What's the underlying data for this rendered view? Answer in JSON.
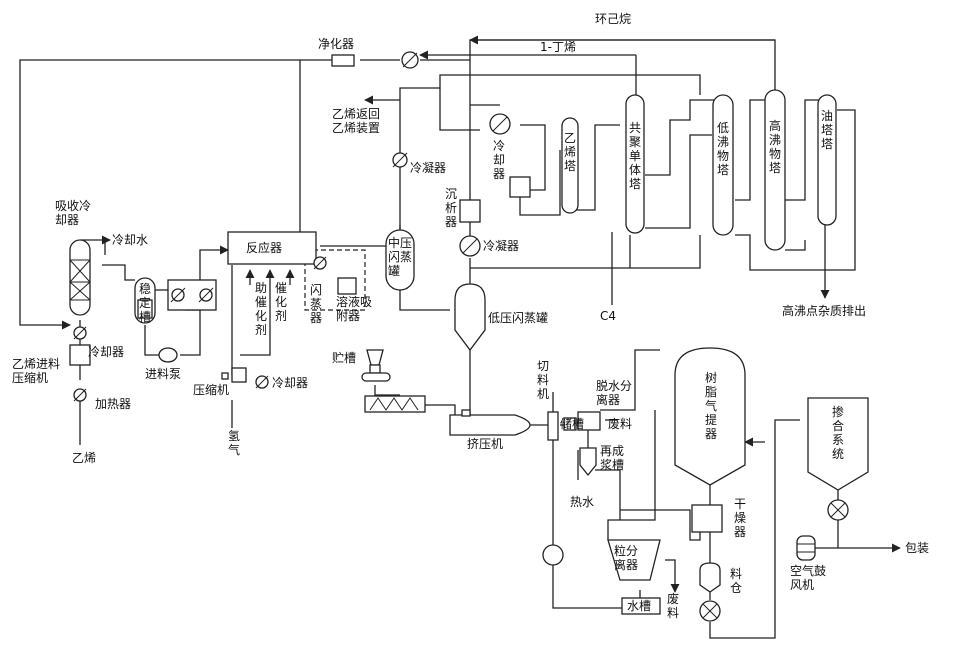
{
  "labels": {
    "cyclohexane": "环己烷",
    "butene": "1-丁烯",
    "purifier": "净化器",
    "ethylene_return": "乙烯返回\n乙烯装置",
    "condenser_1": "冷凝器",
    "absorb_cooler": "吸收冷\n却器",
    "cooling_water": "冷却水",
    "reactor": "反应器",
    "catalyst": "催\n化\n剂",
    "cocatalyst": "助\n催\n化\n剂",
    "evaporator": "闪\n蒸\n器",
    "solvent_adsorber": "溶液吸\n附器",
    "hp_flash": "中压\n闪蒸\n罐",
    "cooler_2": "冷\n却\n器",
    "ethylene_tower": "乙\n烯\n塔",
    "comonomer_tower": "共\n聚\n单\n体\n塔",
    "low_boiler_tower": "低\n沸\n物\n塔",
    "high_boiler_tower": "高\n沸\n物\n塔",
    "oil_tower": "油\n塔\n塔",
    "purge_vessel": "沉\n析\n器",
    "condenser_2": "冷凝器",
    "c4": "C4",
    "high_bp_discharge": "高沸点杂质排出",
    "lp_flash": "低压闪蒸罐",
    "stabilizer_tank": "稳\n定\n槽",
    "feed_pump": "进料泵",
    "ethylene_compressor": "乙烯进料\n压缩机",
    "cooler_3": "冷却器",
    "heater": "加热器",
    "ethylene": "乙烯",
    "compressor": "压缩机",
    "cooler_4": "冷却器",
    "hydrogen": "氢\n气",
    "storage_tank": "贮槽",
    "extruder": "挤压机",
    "pelletizer": "切\n料\n机",
    "separator": "脱水分\n离器",
    "waste_1": "废料",
    "tank_small": "储槽",
    "reslurry_tank": "再成\n浆槽",
    "hot_water": "热水",
    "resin_stripper": "树\n脂\n气\n提\n器",
    "dryer": "干\n燥\n器",
    "pellet_separator": "粒分\n离器",
    "water_tank": "水槽",
    "waste_2": "废\n料",
    "silo": "料\n仓",
    "blending_system": "掺\n合\n系\n统",
    "air_blower": "空气鼓\n风机",
    "packaging": "包装"
  }
}
